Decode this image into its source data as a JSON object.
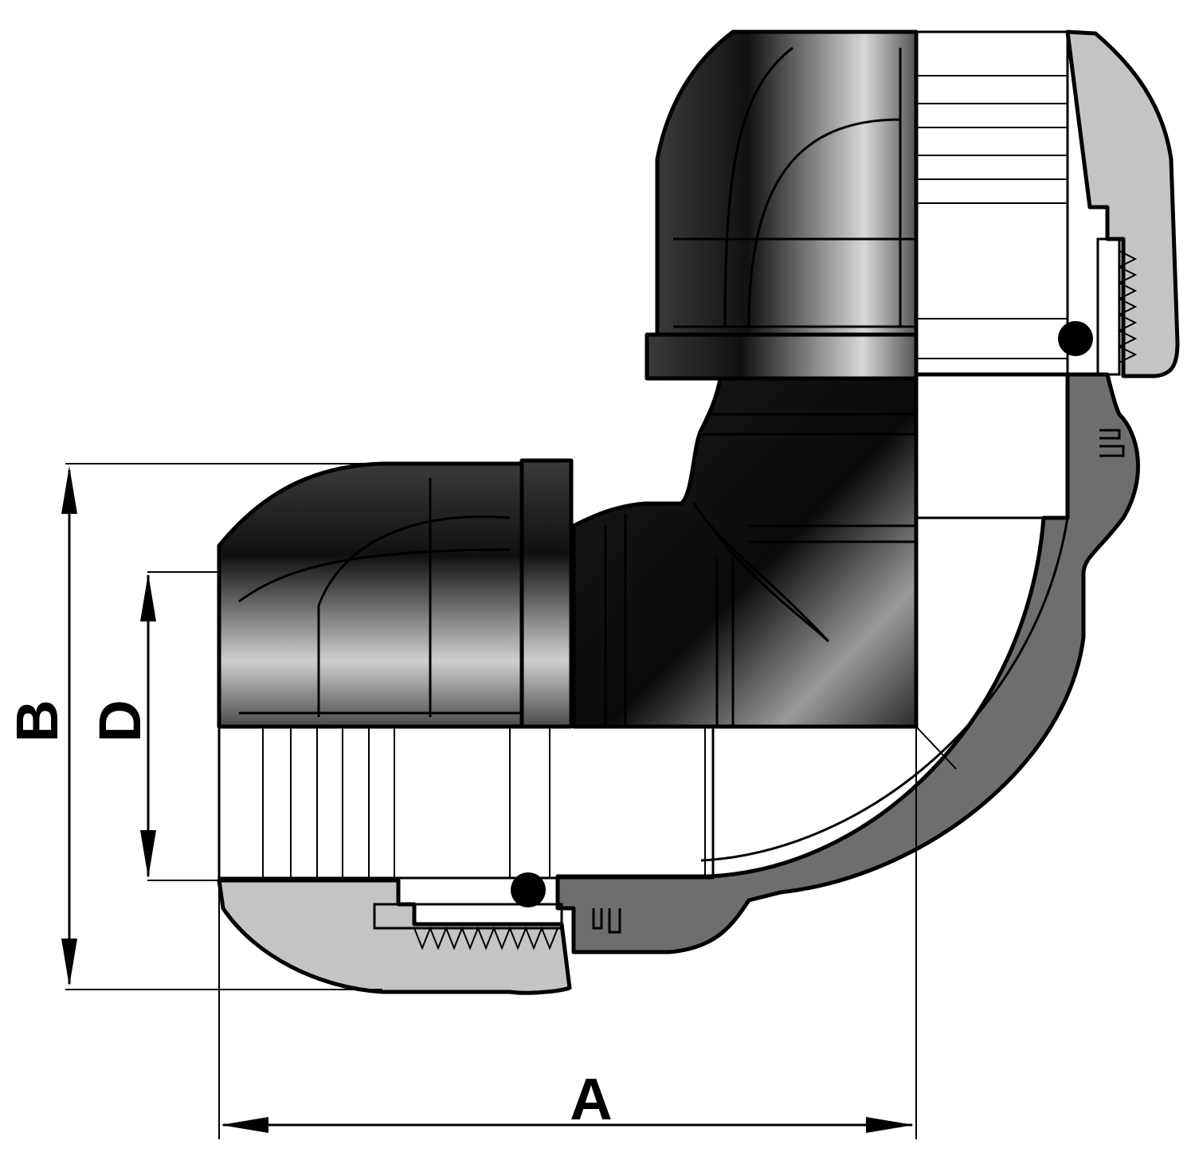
{
  "dimensions": {
    "a": "A",
    "b": "B",
    "d": "D"
  },
  "colors": {
    "background": "#ffffff",
    "outline": "#000000",
    "body_dark": "#1f1f1f",
    "section_grey": "#6e6e6e",
    "light_grey": "#c4c4c4",
    "bore_white": "#ffffff"
  }
}
